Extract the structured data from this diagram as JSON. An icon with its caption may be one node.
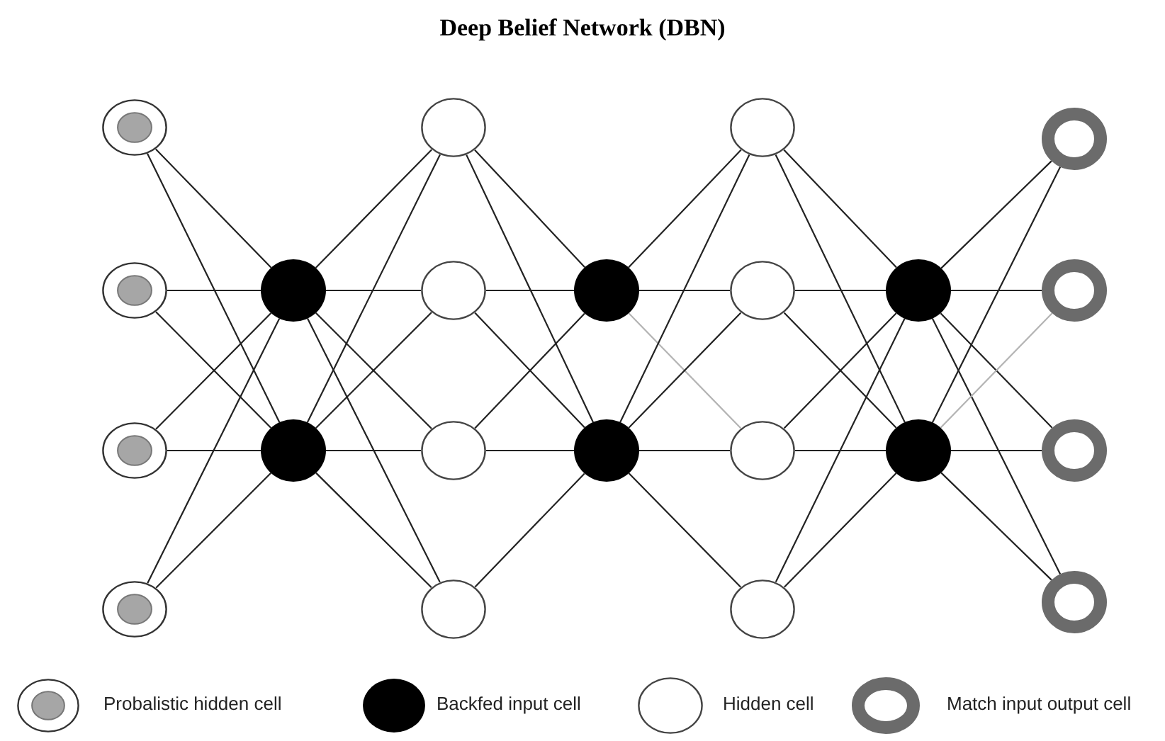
{
  "diagram": {
    "title": "Deep Belief Network (DBN)",
    "nodes": [
      {
        "text": [],
        "shape": "circle"
      },
      {
        "text": [],
        "shape": "circle"
      },
      {
        "text": [],
        "shape": "circle"
      },
      {
        "text": [],
        "shape": "circle"
      },
      {
        "text": [],
        "shape": "circle"
      },
      {
        "text": [],
        "shape": "circle"
      },
      {
        "text": [],
        "shape": "circle"
      },
      {
        "text": [],
        "shape": "circle"
      },
      {
        "text": [],
        "shape": "circle"
      },
      {
        "text": [],
        "shape": "circle"
      },
      {
        "text": [],
        "shape": "circle"
      },
      {
        "text": [],
        "shape": "circle"
      },
      {
        "text": [],
        "shape": "circle"
      },
      {
        "text": [],
        "shape": "circle"
      },
      {
        "text": [],
        "shape": "circle"
      },
      {
        "text": [],
        "shape": "circle"
      },
      {
        "text": [],
        "shape": "circle"
      },
      {
        "text": [],
        "shape": "circle"
      },
      {
        "text": [],
        "shape": "circle"
      },
      {
        "text": [],
        "shape": "circle"
      },
      {
        "text": [],
        "shape": "circle"
      },
      {
        "text": [],
        "shape": "circle"
      }
    ],
    "edges": [
      {
        "from": 0,
        "to": 4,
        "arrow": "none"
      },
      {
        "from": 0,
        "to": 5,
        "arrow": "none"
      },
      {
        "from": 1,
        "to": 4,
        "arrow": "none"
      },
      {
        "from": 1,
        "to": 5,
        "arrow": "none"
      },
      {
        "from": 2,
        "to": 4,
        "arrow": "none"
      },
      {
        "from": 2,
        "to": 5,
        "arrow": "none"
      },
      {
        "from": 3,
        "to": 4,
        "arrow": "none"
      },
      {
        "from": 3,
        "to": 5,
        "arrow": "none"
      },
      {
        "from": 4,
        "to": 6,
        "arrow": "none"
      },
      {
        "from": 4,
        "to": 7,
        "arrow": "none"
      },
      {
        "from": 4,
        "to": 8,
        "arrow": "none"
      },
      {
        "from": 4,
        "to": 9,
        "arrow": "none"
      },
      {
        "from": 5,
        "to": 6,
        "arrow": "none"
      },
      {
        "from": 5,
        "to": 7,
        "arrow": "none"
      },
      {
        "from": 5,
        "to": 8,
        "arrow": "none"
      },
      {
        "from": 5,
        "to": 9,
        "arrow": "none"
      },
      {
        "from": 6,
        "to": 10,
        "arrow": "none"
      },
      {
        "from": 6,
        "to": 11,
        "arrow": "none"
      },
      {
        "from": 7,
        "to": 10,
        "arrow": "none"
      },
      {
        "from": 7,
        "to": 11,
        "arrow": "none"
      },
      {
        "from": 8,
        "to": 10,
        "arrow": "none"
      },
      {
        "from": 8,
        "to": 11,
        "arrow": "none"
      },
      {
        "from": 9,
        "to": 11,
        "arrow": "none"
      },
      {
        "from": 10,
        "to": 12,
        "arrow": "none"
      },
      {
        "from": 10,
        "to": 13,
        "arrow": "none"
      },
      {
        "from": 10,
        "to": 14,
        "arrow": "none",
        "color": "#b4b4b4"
      },
      {
        "from": 11,
        "to": 12,
        "arrow": "none"
      },
      {
        "from": 11,
        "to": 13,
        "arrow": "none"
      },
      {
        "from": 11,
        "to": 14,
        "arrow": "none"
      },
      {
        "from": 11,
        "to": 15,
        "arrow": "none"
      },
      {
        "from": 12,
        "to": 16,
        "arrow": "none"
      },
      {
        "from": 12,
        "to": 17,
        "arrow": "none"
      },
      {
        "from": 13,
        "to": 16,
        "arrow": "none"
      },
      {
        "from": 13,
        "to": 17,
        "arrow": "none"
      },
      {
        "from": 14,
        "to": 16,
        "arrow": "none"
      },
      {
        "from": 14,
        "to": 17,
        "arrow": "none"
      },
      {
        "from": 15,
        "to": 16,
        "arrow": "none"
      },
      {
        "from": 15,
        "to": 17,
        "arrow": "none"
      },
      {
        "from": 16,
        "to": 18,
        "arrow": "none"
      },
      {
        "from": 16,
        "to": 19,
        "arrow": "none"
      },
      {
        "from": 16,
        "to": 20,
        "arrow": "none"
      },
      {
        "from": 16,
        "to": 21,
        "arrow": "none"
      },
      {
        "from": 17,
        "to": 18,
        "arrow": "none"
      },
      {
        "from": 17,
        "to": 19,
        "arrow": "none",
        "color": "#b4b4b4"
      },
      {
        "from": 17,
        "to": 20,
        "arrow": "none"
      },
      {
        "from": 17,
        "to": 21,
        "arrow": "none"
      }
    ],
    "legend": [
      {
        "text": "Probalistic hidden cell"
      },
      {
        "text": "Backfed input cell"
      },
      {
        "text": "Hidden cell"
      },
      {
        "text": "Match input output cell"
      }
    ]
  }
}
